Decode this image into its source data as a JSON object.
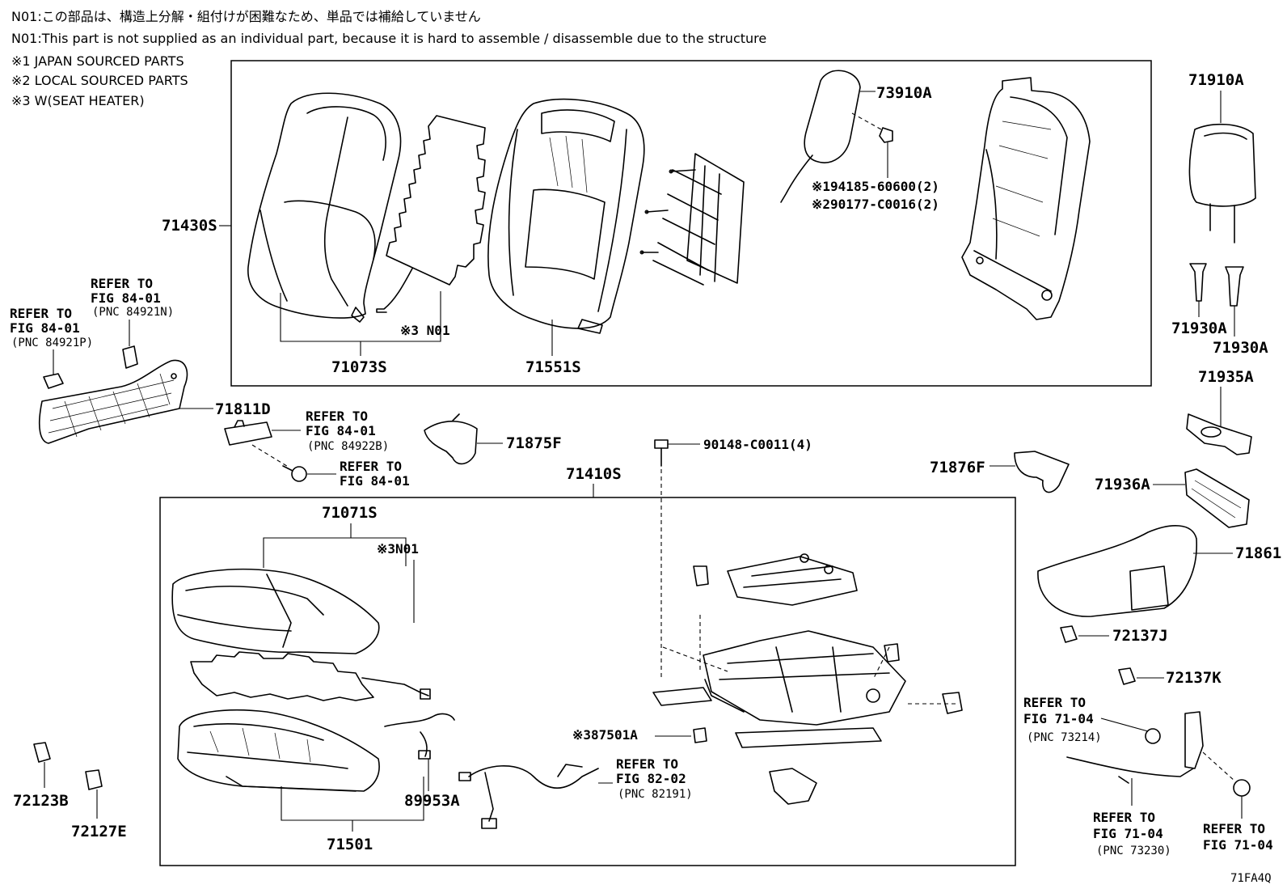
{
  "notes": {
    "n01_jp": "N01:この部品は、構造上分解・組付けが困難なため、単品では補給していません",
    "n01_en": "N01:This part is not supplied as an individual part, because it is hard to assemble / disassemble due to the structure",
    "note1": "※1 JAPAN SOURCED PARTS",
    "note2": "※2 LOCAL SOURCED PARTS",
    "note3": "※3 W(SEAT HEATER)"
  },
  "parts": {
    "p71430S": "71430S",
    "p71073S": "71073S",
    "pN01a": "※3 N01",
    "p71551S": "71551S",
    "p73910A": "73910A",
    "p194185": "※194185-60600(2)",
    "p290177": "※290177-C0016(2)",
    "p71910A": "71910A",
    "p71930A_1": "71930A",
    "p71930A_2": "71930A",
    "p71935A": "71935A",
    "p71811D": "71811D",
    "p71875F": "71875F",
    "p90148": "90148-C0011(4)",
    "p71410S": "71410S",
    "p71876F": "71876F",
    "p71936A": "71936A",
    "p71861": "71861",
    "p71071S": "71071S",
    "pN01b": "※3N01",
    "p72137J": "72137J",
    "p72137K": "72137K",
    "p87501A": "※387501A",
    "p89953A": "89953A",
    "p71501": "71501",
    "p72123B": "72123B",
    "p72127E": "72127E",
    "code": "71FA4Q"
  },
  "refs": {
    "r1_a": "REFER TO",
    "r1_b": "FIG 84-01",
    "r1_c": "(PNC 84921N)",
    "r2_a": "REFER TO",
    "r2_b": "FIG 84-01",
    "r2_c": "(PNC 84921P)",
    "r3_a": "REFER TO",
    "r3_b": "FIG 84-01",
    "r3_c": "(PNC 84922B)",
    "r4_a": "REFER TO",
    "r4_b": "FIG 84-01",
    "r5_a": "REFER TO",
    "r5_b": "FIG 82-02",
    "r5_c": "(PNC 82191)",
    "r6_a": "REFER TO",
    "r6_b": "FIG 71-04",
    "r6_c": "(PNC 73214)",
    "r7_a": "REFER TO",
    "r7_b": "FIG 71-04",
    "r7_c": "(PNC 73230)",
    "r8_a": "REFER TO",
    "r8_b": "FIG 71-04"
  }
}
